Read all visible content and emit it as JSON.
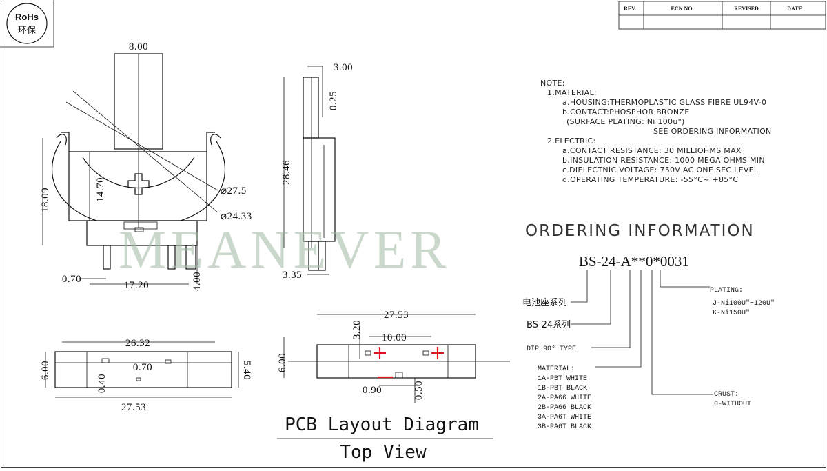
{
  "logo": {
    "line1": "RoHs",
    "line2": "环保"
  },
  "title_block": {
    "headers": [
      "REV.",
      "ECN NO.",
      "REVISED",
      "DATE"
    ]
  },
  "watermark": "MEANEVER",
  "front_view": {
    "dims": {
      "top_width": "8.00",
      "height": "18.09",
      "inner_height": "14.70",
      "d1": "⌀27.5",
      "d2": "⌀24.33",
      "pin_w": "0.70",
      "pitch": "17.20",
      "pin_len": "4.00"
    }
  },
  "side_view": {
    "dims": {
      "top": "3.00",
      "top_v": "0.25",
      "height": "28.46",
      "bottom": "3.35"
    }
  },
  "bottom_view": {
    "dims": {
      "width_a": "26.32",
      "height_l": "6.00",
      "height_r": "5.40",
      "small_a": "0.40",
      "small_b": "0.70",
      "width_b": "27.53"
    }
  },
  "pcb_layout": {
    "dims": {
      "width": "27.53",
      "v1": "3.20",
      "pitch": "10.00",
      "height": "6.00",
      "pad_w": "0.90",
      "pad_h": "0.50"
    },
    "title": "PCB Layout Diagram",
    "subtitle": "Top View"
  },
  "notes": {
    "heading": "NOTE:",
    "lines": [
      "1.MATERIAL:",
      "a.HOUSING:THERMOPLASTIC GLASS FIBRE UL94V-0",
      "b.CONTACT:PHOSPHOR BRONZE",
      "(SURFACE PLATING: Ni 100u\")",
      "SEE ORDERING INFORMATION",
      "2.ELECTRIC:",
      "a.CONTACT RESISTANCE: 30 MILLIOHMS MAX",
      "b.INSULATION RESISTANCE: 1000 MEGA OHMS MIN",
      "c.DIELECTNIC VOLTAGE: 750V AC ONE SEC LEVEL",
      "d.OPERATING TEMPERATURE: -55°C~ +85°C"
    ]
  },
  "ordering": {
    "heading": "ORDERING INFORMATION",
    "code": "BS-24-A**0*0031",
    "series_cn": "电池座系列",
    "series": "BS-24系列",
    "dip": "DIP 90°  TYPE",
    "material_heading": "MATERIAL:",
    "materials": [
      "1A-PBT WHITE",
      "1B-PBT BLACK",
      "2A-PA66 WHITE",
      "2B-PA66 BLACK",
      "3A-PA6T WHITE",
      "3B-PA6T BLACK"
    ],
    "crust_heading": "CRUST:",
    "crust": "0-WITHOUT",
    "plating_heading": "PLATING:",
    "plating": [
      "J-Ni100U\"~120U\"",
      "K-Ni150U\""
    ]
  },
  "colors": {
    "line": "#111111",
    "pad_mark": "#e0141e",
    "watermark": "#9fb8a2"
  }
}
